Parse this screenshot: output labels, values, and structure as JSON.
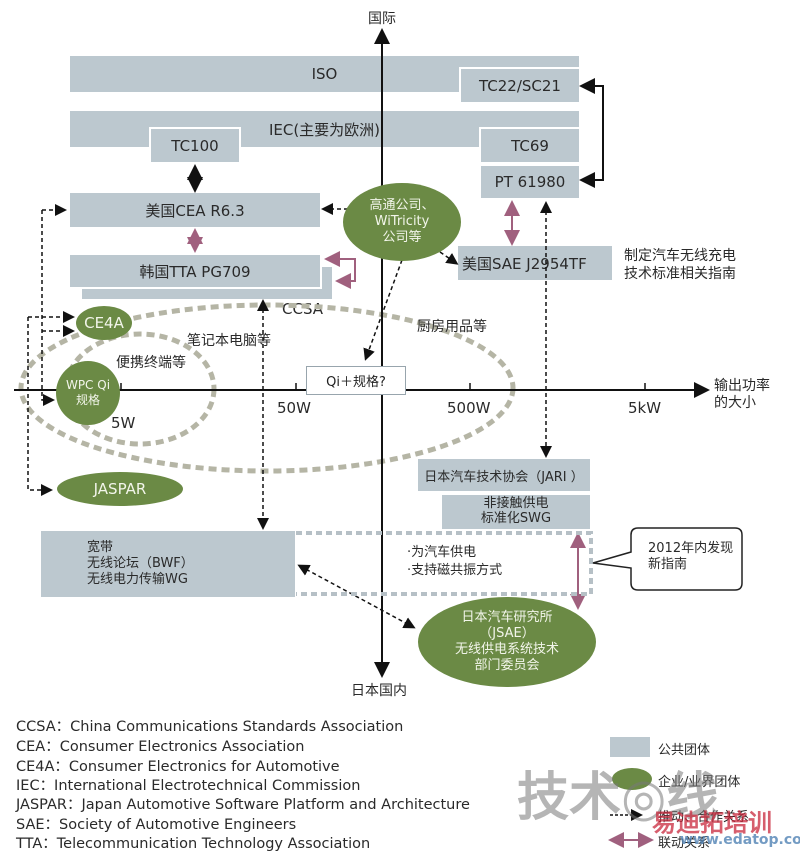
{
  "axes": {
    "top_label": "国际",
    "bottom_label": "日本国内",
    "right_label": "输出功率\n的大小",
    "ticks": [
      "5W",
      "50W",
      "500W",
      "5kW"
    ]
  },
  "public_bodies": {
    "iso": "ISO",
    "tc22": "TC22/SC21",
    "iec": "IEC(主要为欧洲)",
    "tc100": "TC100",
    "tc69": "TC69",
    "pt61980": "PT 61980",
    "cea": "美国CEA R6.3",
    "tta": "韩国TTA PG709",
    "ccsa": "CCSA",
    "sae": "美国SAE J2954TF",
    "jari": "日本汽车技术协会（JARI ）",
    "swg": "非接触供电\n标准化SWG",
    "bwf": "宽带\n无线论坛（BWF）\n无线电力传输WG"
  },
  "industry_bodies": {
    "qualcomm": "高通公司、\nWiTricity\n公司等",
    "ce4a": "CE4A",
    "wpc": "WPC Qi\n规格",
    "jaspar": "JASPAR",
    "jsae": "日本汽车研究所\n（JSAE）\n无线供电系统技术\n部门委员会"
  },
  "annotations": {
    "sae_note": "制定汽车无线充电\n技术标准相关指南",
    "qi_plus": "Qi＋规格?",
    "portable": "便携终端等",
    "laptop": "笔记本电脑等",
    "kitchen": "厨房用品等",
    "jsae_scope": "·为汽车供电\n·支持磁共振方式",
    "callout": "2012年内发现\n新指南"
  },
  "abbreviations": [
    "CCSA：China Communications Standards Association",
    "CEA：Consumer Electronics Association",
    "CE4A：Consumer Electronics for Automotive",
    "IEC：International Electrotechnical Commission",
    "JASPAR：Japan Automotive Software Platform and Architecture",
    "SAE：Society of Automotive Engineers",
    "TTA：Telecommunication Technology Association"
  ],
  "legend": {
    "public": "公共团体",
    "industry": "企业/业界团体",
    "promote": "推动、合作关系",
    "linked": "联动关系"
  },
  "colors": {
    "public_body": "#bcc8cf",
    "industry_body": "#6b8a45",
    "linked_arrow": "#a0607e",
    "range_ellipse": "#b5b5a5"
  },
  "watermarks": {
    "main": "技术◎线",
    "brand": "易迪拓培训",
    "url": "www.edatop.com"
  }
}
